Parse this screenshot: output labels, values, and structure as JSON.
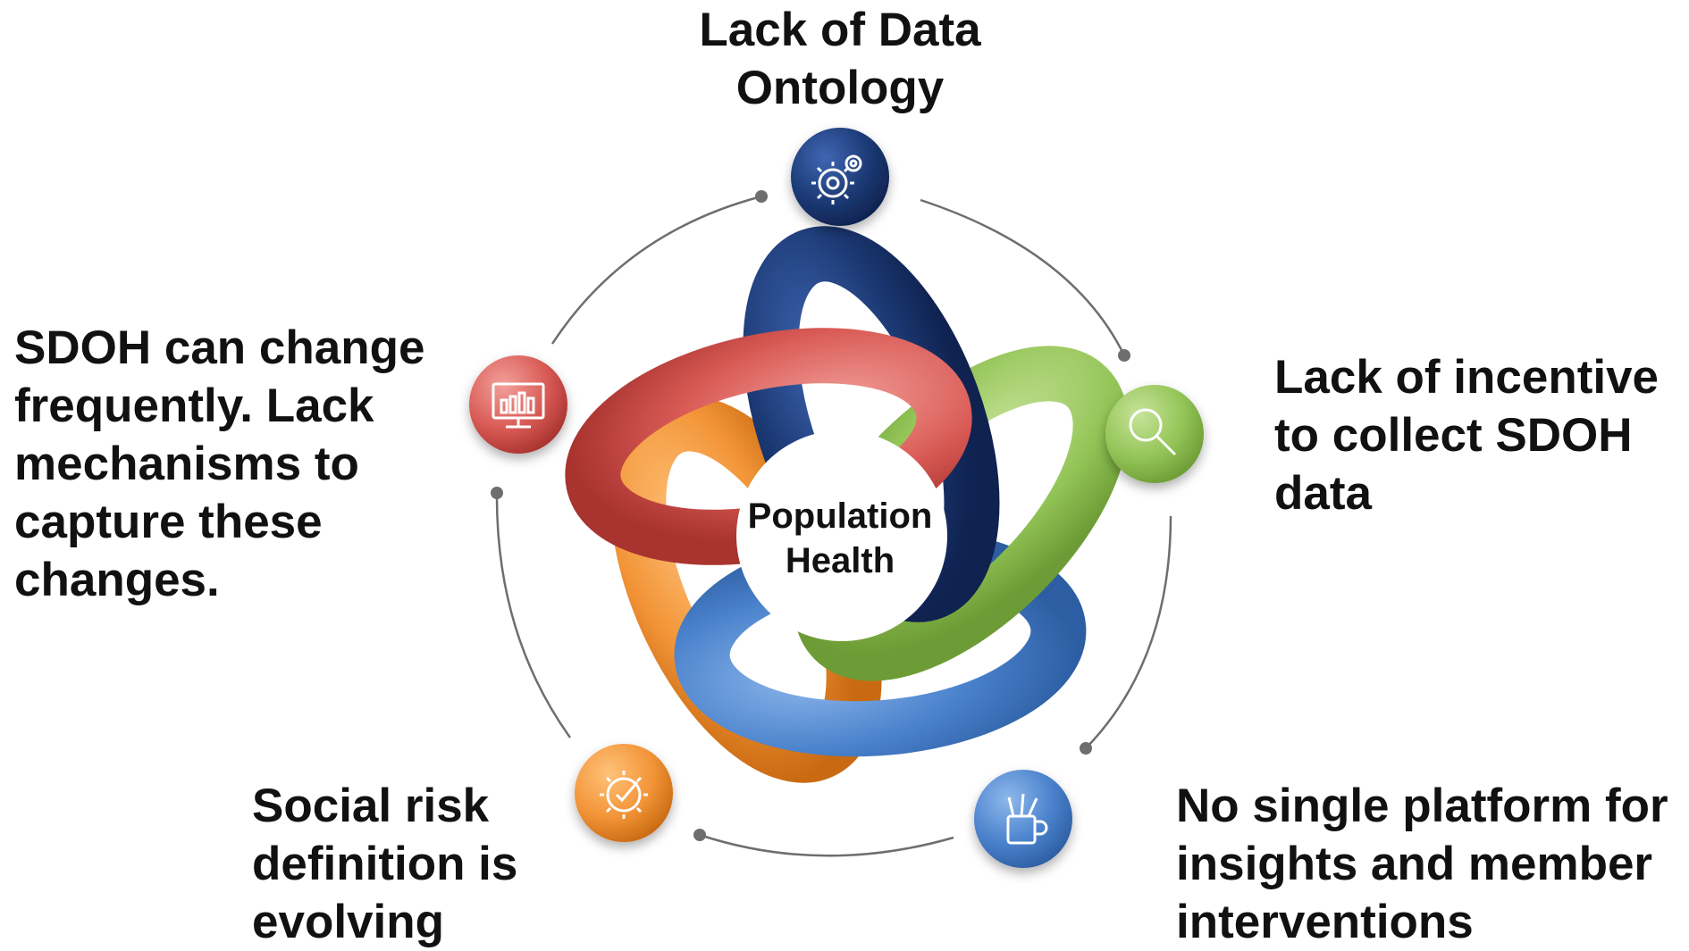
{
  "center": {
    "lines": [
      "Population",
      "Health"
    ]
  },
  "items": [
    {
      "id": "data-ontology",
      "lines": [
        "Lack of Data",
        "Ontology"
      ],
      "icon": "gears-icon",
      "color": "#1f3d7a"
    },
    {
      "id": "incentive",
      "lines": [
        "Lack of incentive",
        "to collect SDOH",
        "data"
      ],
      "icon": "magnifier-icon",
      "color": "#8fbf4d"
    },
    {
      "id": "platform",
      "lines": [
        "No single platform for",
        "insights and member",
        "interventions"
      ],
      "icon": "pencil-cup-icon",
      "color": "#3d78c4"
    },
    {
      "id": "social-risk",
      "lines": [
        "Social risk",
        "definition is",
        "evolving"
      ],
      "icon": "gear-check-icon",
      "color": "#ef8a2e"
    },
    {
      "id": "sdoh-change",
      "lines": [
        "SDOH can change",
        "frequently. Lack",
        "mechanisms to",
        "capture these",
        "changes."
      ],
      "icon": "monitor-chart-icon",
      "color": "#d9534f"
    }
  ]
}
